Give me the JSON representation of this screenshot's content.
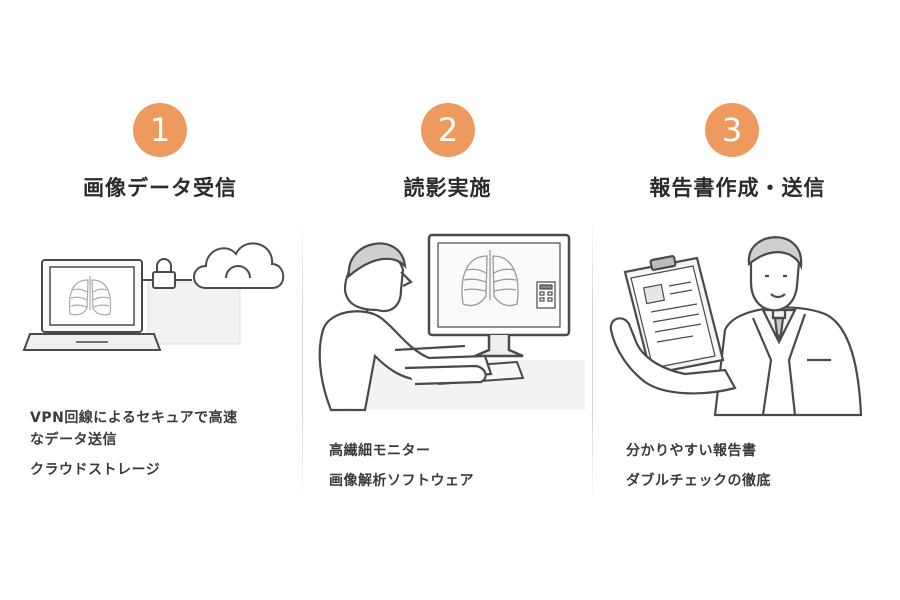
{
  "steps": [
    {
      "number": "1",
      "title": "画像データ受信",
      "lines": [
        "VPN回線によるセキュアで高速",
        "なデータ送信",
        "クラウドストレージ"
      ]
    },
    {
      "number": "2",
      "title": "読影実施",
      "lines": [
        "高繊細モニター",
        "画像解析ソフトウェア"
      ]
    },
    {
      "number": "3",
      "title": "報告書作成・送信",
      "lines": [
        "分かりやすい報告書",
        "ダブルチェックの徹底"
      ]
    }
  ],
  "colors": {
    "accent": "#ee9a5f",
    "line": "#555555",
    "fill": "#f4f4f4"
  }
}
